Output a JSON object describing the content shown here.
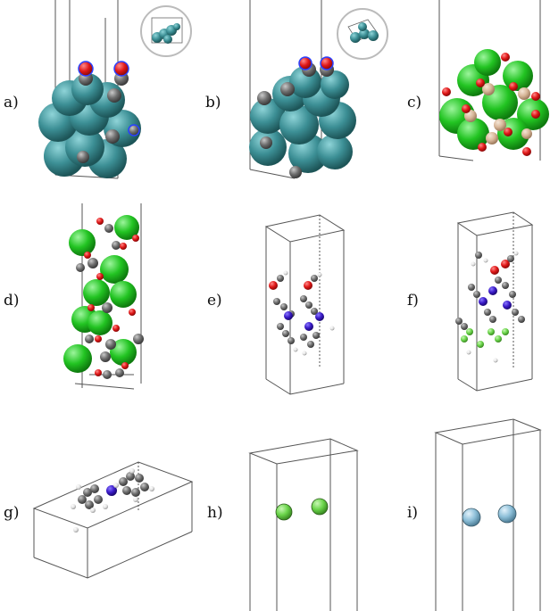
{
  "figure": {
    "panels": [
      {
        "id": "a",
        "label": "a)",
        "inset": true
      },
      {
        "id": "b",
        "label": "b)",
        "inset": true
      },
      {
        "id": "c",
        "label": "c)",
        "inset": false
      },
      {
        "id": "d",
        "label": "d)",
        "inset": false
      },
      {
        "id": "e",
        "label": "e)",
        "inset": false
      },
      {
        "id": "f",
        "label": "f)",
        "inset": false
      },
      {
        "id": "g",
        "label": "g)",
        "inset": false
      },
      {
        "id": "h",
        "label": "h)",
        "inset": false
      },
      {
        "id": "i",
        "label": "i)",
        "inset": false
      }
    ],
    "atom_colors": {
      "teal": "#3c8f95",
      "grey": "#6e6e6e",
      "red": "#e01818",
      "green": "#22c422",
      "tan": "#d8b79a",
      "blue": "#3a1ac8",
      "white": "#e2e2e2",
      "lime": "#6ad44a",
      "lightblue": "#8dbfd8"
    }
  }
}
